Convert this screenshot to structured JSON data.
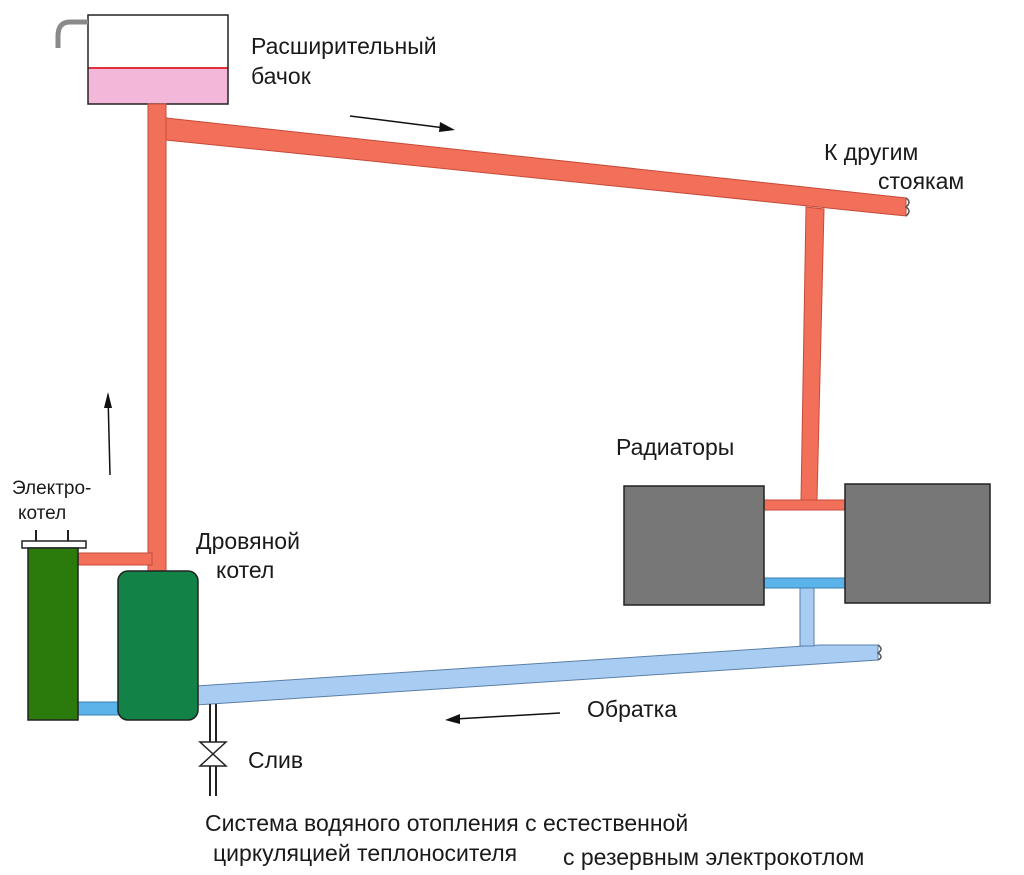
{
  "labels": {
    "tank_line1": "Расширительный",
    "tank_line2": "бачок",
    "other_risers_line1": "К другим",
    "other_risers_line2": "стоякам",
    "radiators": "Радиаторы",
    "electric_boiler_line1": "Электро-",
    "electric_boiler_line2": "котел",
    "wood_boiler_line1": "Дровяной",
    "wood_boiler_line2": "котел",
    "return": "Обратка",
    "drain": "Слив"
  },
  "caption": {
    "line1": "Система водяного отопления с естественной",
    "line2a": "циркуляцией теплоносителя",
    "line2b": "с резервным электрокотлом"
  },
  "colors": {
    "supply_pipe": "#f2705a",
    "return_pipe": "#a9cdf2",
    "return_pipe_inner": "#5cb3ea",
    "tank_water": "#f3b8d9",
    "radiator": "#777777",
    "electric_boiler": "#2a7a0c",
    "wood_boiler": "#128246"
  }
}
